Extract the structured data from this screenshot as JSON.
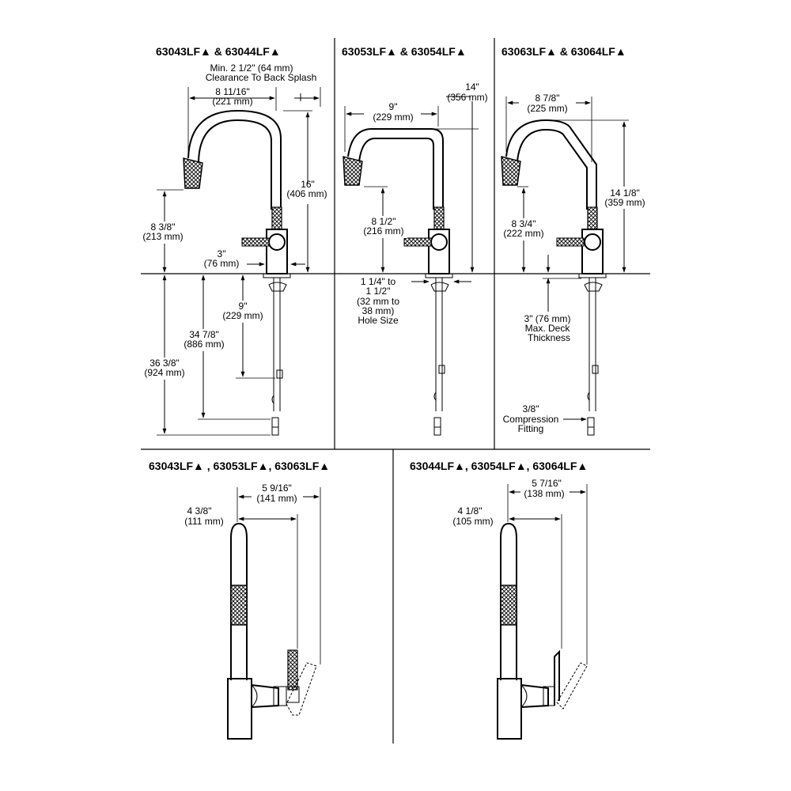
{
  "panels": {
    "p1": {
      "title": "63043LF▲ & 63044LF▲",
      "clearance": [
        "Min. 2 1/2\" (64 mm)",
        "Clearance To Back Splash"
      ],
      "reach": [
        "8 11/16\"",
        "(221 mm)"
      ],
      "height": [
        "16\"",
        "(406 mm)"
      ],
      "spout_height": [
        "8 3/8\"",
        "(213 mm)"
      ],
      "base": [
        "3\"",
        "(76 mm)"
      ],
      "shank": [
        "9\"",
        "(229 mm)"
      ],
      "hose": [
        "34 7/8\"",
        "(886 mm)"
      ],
      "total": [
        "36 3/8\"",
        "(924 mm)"
      ]
    },
    "p2": {
      "title": "63053LF▲ & 63054LF▲",
      "height": [
        "14\"",
        "(356 mm)"
      ],
      "reach": [
        "9\"",
        "(229 mm)"
      ],
      "spout_height": [
        "8 1/2\"",
        "(216 mm)"
      ],
      "hole": [
        "1 1/4\" to",
        "1 1/2\"",
        "(32 mm to",
        "38 mm)",
        "Hole Size"
      ]
    },
    "p3": {
      "title": "63063LF▲ & 63064LF▲",
      "reach": [
        "8 7/8\"",
        "(225 mm)"
      ],
      "height": [
        "14 1/8\"",
        "(359 mm)"
      ],
      "spout_height": [
        "8 3/4\"",
        "(222 mm)"
      ],
      "deck": [
        "3\" (76 mm)",
        "Max. Deck",
        "Thickness"
      ],
      "fitting": [
        "3/8\"",
        "Compression",
        "Fitting"
      ]
    },
    "p4": {
      "title": "63043LF▲ , 63053LF▲, 63063LF▲",
      "outer": [
        "5 9/16\"",
        "(141 mm)"
      ],
      "inner": [
        "4 3/8\"",
        "(111 mm)"
      ]
    },
    "p5": {
      "title": "63044LF▲, 63054LF▲, 63064LF▲",
      "outer": [
        "5 7/16\"",
        "(138 mm)"
      ],
      "inner": [
        "4 1/8\"",
        "(105 mm)"
      ]
    }
  }
}
